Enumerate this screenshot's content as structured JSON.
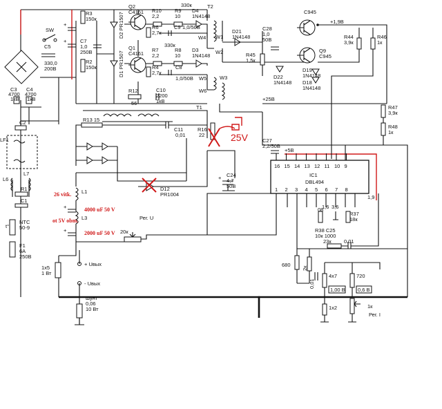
{
  "labels": {
    "r3": "R3",
    "r3v": "150к",
    "c5": "C5",
    "c5v": "330,0",
    "c5u": "200В",
    "sw": "SW",
    "r2": "R2",
    "r2v": "150к",
    "c7": "C7",
    "c7v": "1,0",
    "c7u": "250В",
    "q2": "Q2",
    "q2t": "C4161",
    "d2": "D2 PR1507",
    "q1": "Q1",
    "q1t": "C4161",
    "d1": "D1 PR1507",
    "r10": "R10",
    "r10v": "2,2",
    "r9": "R9",
    "r9v": "10",
    "r330a": "330к",
    "d4": "D4",
    "d4t": "1N4148",
    "r6": "R6",
    "r6v": "2,7к",
    "c9": "C9",
    "c9v": "1,0/50В",
    "w4": "W4",
    "r7": "R7",
    "r7v": "2,2",
    "r8": "R8",
    "r8v": "10",
    "r330b": "330к",
    "d3": "D3",
    "d3t": "1N4148",
    "r4": "R4",
    "r4v": "2,7к",
    "c8": "C8",
    "c8v": "1,0/50В",
    "w5": "W5",
    "w6": "W6",
    "r12": "R12",
    "r12v": "56",
    "c10": "C10",
    "c10v": "2200",
    "c10u": "1кВ",
    "c3": "C3",
    "c3v": "4700",
    "c3u": "1кВ",
    "c4": "C4",
    "c4v": "4700",
    "c4u": "1кВ",
    "c2": "C2",
    "lf1": "LF1",
    "l6": "L6",
    "l7": "L7",
    "r1": "R1",
    "c1": "C1",
    "ntc": "NTC",
    "ntcv": "50-9",
    "f1": "F1",
    "f1v": "6А",
    "f1u": "250В",
    "t1": "T1",
    "t2": "T2",
    "w1": "W1",
    "w2": "W2",
    "w3": "W3",
    "d21": "D21",
    "d21t": "1N4148",
    "c28": "C28",
    "c28v": "1,0",
    "c28u": "50В",
    "r45": "R45",
    "r45v": "1,5к",
    "c945": "C945",
    "q9": "Q9",
    "q9t": "C945",
    "d22": "D22",
    "d22t": "1N4148",
    "d19": "D19",
    "d19t": "1N4148",
    "d18": "D18",
    "d18t": "1N4148",
    "p19v": "+1,9В",
    "r44": "R44",
    "r44v": "3,9к",
    "r46": "R46",
    "r46v": "1к",
    "p25v": "+25В",
    "r47": "R47",
    "r47v": "3,9к",
    "r48": "R48",
    "r48v": "1к",
    "r13": "R13 15",
    "c11": "C11",
    "c11v": "0,01",
    "r16": "R16",
    "r16v": "22",
    "mod25v": "25V",
    "c27": "C27",
    "c27v": "2,2/50В",
    "p5v": "+5В",
    "ic1": "IC1",
    "ic1t": "DBL494",
    "pins_top": [
      "16",
      "15",
      "14",
      "13",
      "12",
      "11",
      "10",
      "9"
    ],
    "pins_bot": [
      "1",
      "2",
      "3",
      "4",
      "5",
      "6",
      "7",
      "8"
    ],
    "pin_19": "1,9",
    "c24": "C24",
    "c24v": "4,7",
    "c24u": "50В",
    "d12": "D12",
    "d12t": "PR1004",
    "l1": "L1",
    "l3": "L3",
    "note_26": "26 vitk.",
    "note_4000": "4000 uF 50 V",
    "note_5v": "ot 5V obm.",
    "note_2000": "2000 uF 50 V",
    "r20k": "20к",
    "regu": "Рег. U",
    "v16": "1,6",
    "v36": "3,6",
    "r37": "R37",
    "r37v": "18к",
    "r38": "R38 C25",
    "r38v": "10к 1000",
    "r23k": "23к",
    "c001": "0.01",
    "r680": "680",
    "r2k": "2к",
    "c001b": "0,01",
    "r4x7": "4х7",
    "r720": "720",
    "v100": "1,00 В",
    "v06": "0,6 В",
    "r1x2": "1х2",
    "r1k": "1к",
    "regi": "Рег. I",
    "uout_p": "+ Uвых",
    "uout_m": "- Uвых",
    "r1x5": "1х5",
    "r1w": "1 Вт",
    "shunt": "шунт",
    "shuntv": "0,06",
    "shuntw": "10 Вт"
  }
}
